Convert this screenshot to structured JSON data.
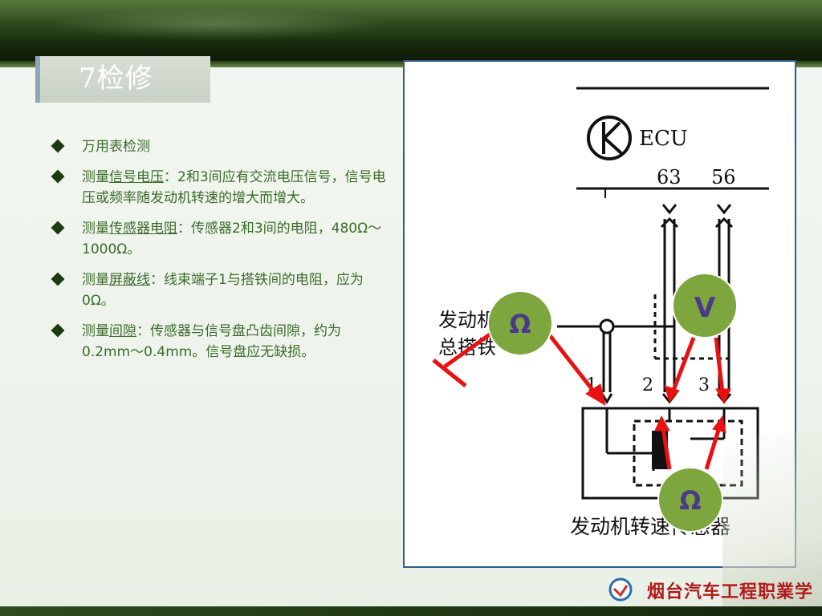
{
  "title": "7检修",
  "bullets": [
    {
      "prefix": "万用表检测",
      "underline": "",
      "suffix": ""
    },
    {
      "prefix": "测量",
      "underline": "信号电压",
      "suffix": "：2和3间应有交流电压信号，信号电压或频率随发动机转速的增大而增大。"
    },
    {
      "prefix": "测量",
      "underline": "传感器电阻",
      "suffix": "：传感器2和3间的电阻，480Ω～1000Ω。"
    },
    {
      "prefix": "测量",
      "underline": "屏蔽线",
      "suffix": "：线束端子1与搭铁间的电阻，应为0Ω。"
    },
    {
      "prefix": "测量",
      "underline": "间隙",
      "suffix": "：传感器与信号盘凸齿间隙，约为0.2mm～0.4mm。信号盘应无缺损。"
    }
  ],
  "diagram": {
    "ecu_label": "ECU",
    "pin_63": "63",
    "pin_56": "56",
    "ground_label_line1": "发动机",
    "ground_label_line2": "总搭铁",
    "terminal_1": "1",
    "terminal_2": "2",
    "terminal_3": "3",
    "sensor_label": "发动机转速传感器",
    "meter_ohm_top": "Ω",
    "meter_volt": "V",
    "meter_ohm_bottom": "Ω"
  },
  "footer": {
    "school_name": "烟台汽车工程职業学院"
  },
  "colors": {
    "arrow": "#e81010",
    "meter_fill": "#7ea63e",
    "text_green": "#3d6b2c"
  }
}
